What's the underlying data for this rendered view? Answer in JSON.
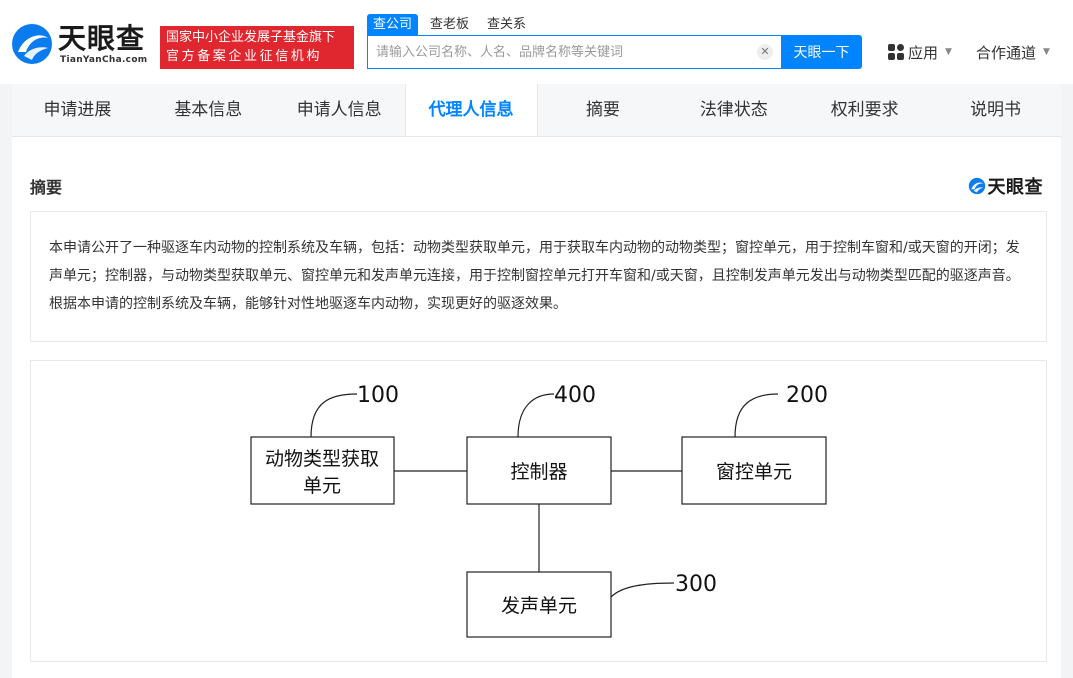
{
  "header": {
    "logo_cn": "天眼查",
    "logo_en": "TianYanCha.com",
    "badge_line1": "国家中小企业发展子基金旗下",
    "badge_line2": "官方备案企业征信机构",
    "search_tabs": [
      {
        "label": "查公司",
        "active": true
      },
      {
        "label": "查老板",
        "active": false
      },
      {
        "label": "查关系",
        "active": false
      }
    ],
    "search_placeholder": "请输入公司名称、人名、品牌名称等关键词",
    "search_button": "天眼一下",
    "nav_app": "应用",
    "nav_partner": "合作通道"
  },
  "tabs": [
    {
      "label": "申请进展",
      "active": false
    },
    {
      "label": "基本信息",
      "active": false
    },
    {
      "label": "申请人信息",
      "active": false
    },
    {
      "label": "代理人信息",
      "active": true
    },
    {
      "label": "摘要",
      "active": false
    },
    {
      "label": "法律状态",
      "active": false
    },
    {
      "label": "权利要求",
      "active": false
    },
    {
      "label": "说明书",
      "active": false
    }
  ],
  "section": {
    "title": "摘要",
    "watermark": "天眼查",
    "abstract": "本申请公开了一种驱逐车内动物的控制系统及车辆，包括：动物类型获取单元，用于获取车内动物的动物类型；窗控单元，用于控制车窗和/或天窗的开闭；发声单元；控制器，与动物类型获取单元、窗控单元和发声单元连接，用于控制窗控单元打开车窗和/或天窗，且控制发声单元发出与动物类型匹配的驱逐声音。根据本申请的控制系统及车辆，能够针对性地驱逐车内动物，实现更好的驱逐效果。"
  },
  "diagram": {
    "nodes": [
      {
        "id": "100",
        "line1": "动物类型获取",
        "line2": "单元"
      },
      {
        "id": "400",
        "line1": "控制器",
        "line2": ""
      },
      {
        "id": "200",
        "line1": "窗控单元",
        "line2": ""
      },
      {
        "id": "300",
        "line1": "发声单元",
        "line2": ""
      }
    ]
  },
  "colors": {
    "brand_blue": "#0084ff",
    "badge_red": "#e0262e"
  }
}
